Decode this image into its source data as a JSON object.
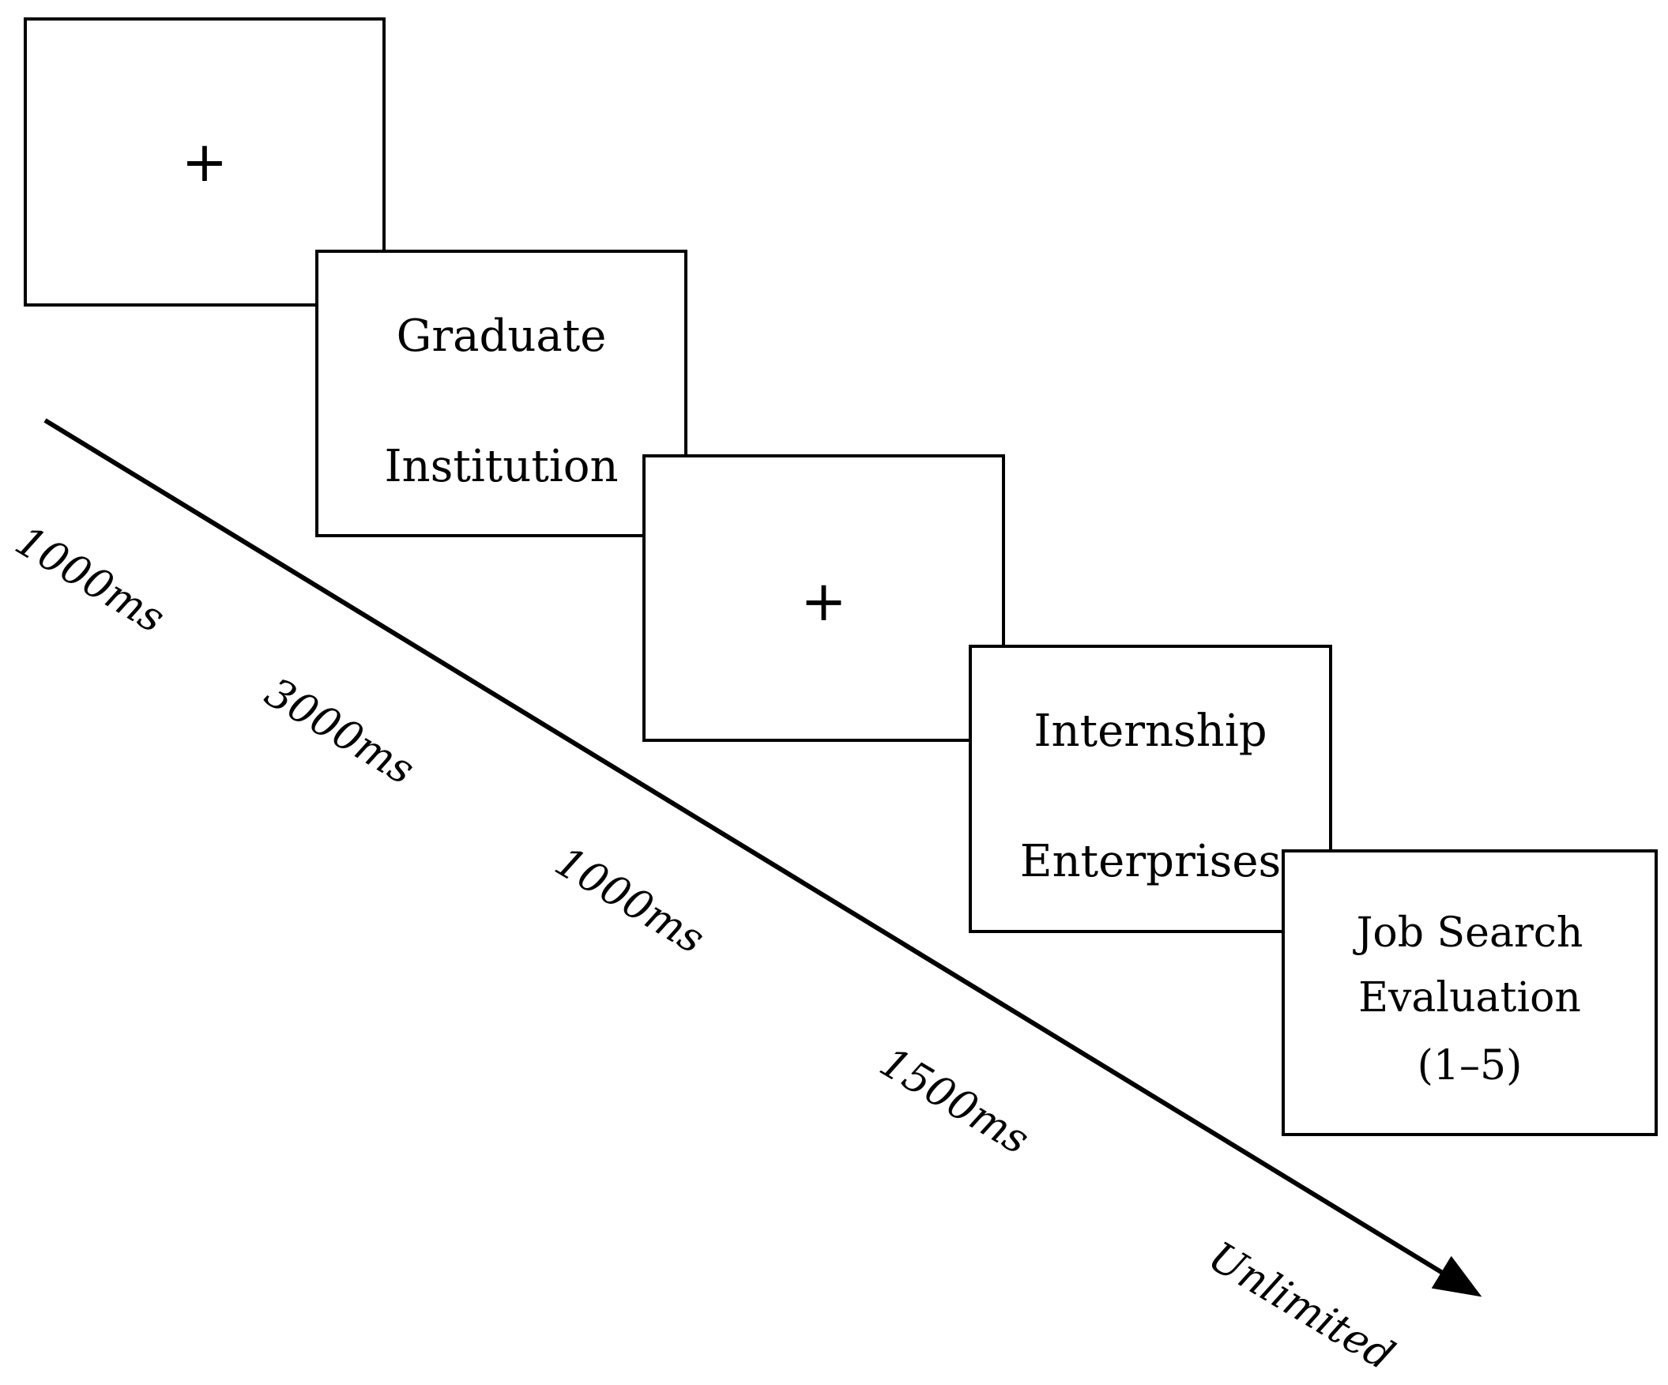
{
  "screens": [
    {
      "type": "fixation",
      "symbol": "+"
    },
    {
      "type": "stimulus",
      "lines": [
        "Graduate",
        "Institution"
      ]
    },
    {
      "type": "fixation",
      "symbol": "+"
    },
    {
      "type": "stimulus",
      "lines": [
        "Internship",
        "Enterprises"
      ]
    },
    {
      "type": "evaluation",
      "lines": [
        "Job Search",
        "Evaluation",
        "(1–5)"
      ]
    }
  ],
  "durations": [
    "1000ms",
    "3000ms",
    "1000ms",
    "1500ms",
    "Unlimited"
  ],
  "colors": {
    "line": "#000000",
    "background": "#ffffff"
  }
}
